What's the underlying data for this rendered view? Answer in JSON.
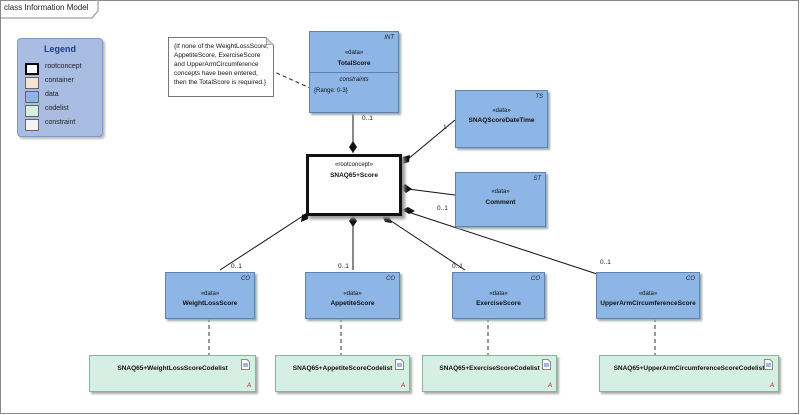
{
  "frame": {
    "title": "class Information Model"
  },
  "legend": {
    "title": "Legend",
    "items": [
      {
        "label": "rootconcept",
        "color": "#ffffff"
      },
      {
        "label": "container",
        "color": "#f8e2d6"
      },
      {
        "label": "data",
        "color": "#8db5e5"
      },
      {
        "label": "codelist",
        "color": "#d6efe4"
      },
      {
        "label": "constraint",
        "color": "#f5f5f5"
      }
    ]
  },
  "note": {
    "text": "{If none of the WeightLossScore, AppetiteScore, ExerciseScore and UpperArmCircumference concepts have been entered, then the TotalScore is required.}"
  },
  "root": {
    "stereotype": "«rootconcept»",
    "name": "SNAQ65+Score"
  },
  "total": {
    "stereotype": "«data»",
    "name": "TotalScore",
    "tag": "INT",
    "constraints_title": "constraints",
    "constraint": "{Range: 0-3}"
  },
  "datetime": {
    "stereotype": "«data»",
    "name": "SNAQScoreDateTime",
    "tag": "TS"
  },
  "comment": {
    "stereotype": "«data»",
    "name": "Comment",
    "tag": "ST"
  },
  "weight": {
    "stereotype": "«data»",
    "name": "WeightLossScore",
    "tag": "CO"
  },
  "appetite": {
    "stereotype": "«data»",
    "name": "AppetiteScore",
    "tag": "CO"
  },
  "exercise": {
    "stereotype": "«data»",
    "name": "ExerciseScore",
    "tag": "CO"
  },
  "upperarm": {
    "stereotype": "«data»",
    "name": "UpperArmCircumferenceScore",
    "tag": "CO"
  },
  "codelists": {
    "weight": "SNAQ65+WeightLossScoreCodelist",
    "appetite": "SNAQ65+AppetiteScoreCodelist",
    "exercise": "SNAQ65+ExerciseScoreCodelist",
    "upperarm": "SNAQ65+UpperArmCircumferenceScoreCodelist",
    "marker": "A"
  },
  "multiplicities": {
    "total": "0..1",
    "datetime": "1",
    "comment": "0..1",
    "weight": "0..1",
    "appetite": "0..1",
    "exercise": "0..1",
    "upperarm": "0..1"
  }
}
